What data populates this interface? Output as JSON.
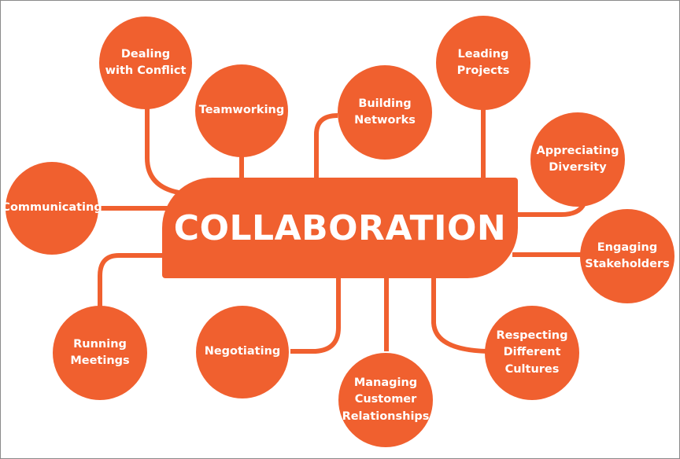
{
  "colors": {
    "accent": "#f0602f",
    "text": "#ffffff"
  },
  "diagram": {
    "center": {
      "label": "COLLABORATION"
    },
    "nodes": [
      {
        "label": "Dealing\nwith Conflict"
      },
      {
        "label": "Teamworking"
      },
      {
        "label": "Building\nNetworks"
      },
      {
        "label": "Leading\nProjects"
      },
      {
        "label": "Appreciating\nDiversity"
      },
      {
        "label": "Communicating"
      },
      {
        "label": "Engaging\nStakeholders"
      },
      {
        "label": "Running\nMeetings"
      },
      {
        "label": "Negotiating"
      },
      {
        "label": "Managing\nCustomer\nRelationships"
      },
      {
        "label": "Respecting\nDifferent\nCultures"
      }
    ]
  }
}
